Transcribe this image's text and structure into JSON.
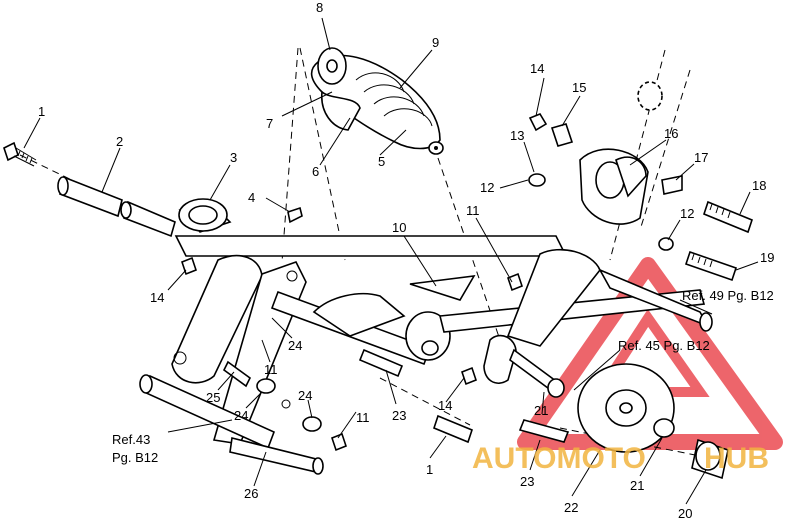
{
  "callouts": {
    "c1a": "1",
    "c1b": "1",
    "c2": "2",
    "c3": "3",
    "c4": "4",
    "c5": "5",
    "c6": "6",
    "c7": "7",
    "c8": "8",
    "c9": "9",
    "c10": "10",
    "c11a": "11",
    "c11b": "11",
    "c11c": "11",
    "c12a": "12",
    "c12b": "12",
    "c13": "13",
    "c14a": "14",
    "c14b": "14",
    "c14c": "14",
    "c15": "15",
    "c16": "16",
    "c17": "17",
    "c18": "18",
    "c19": "19",
    "c20": "20",
    "c21a": "21",
    "c21b": "21",
    "c22": "22",
    "c23a": "23",
    "c23b": "23",
    "c24a": "24",
    "c24b": "24",
    "c24c": "24",
    "c25": "25",
    "c26": "26"
  },
  "references": {
    "ref49": "Ref. 49 Pg. B12",
    "ref45": "Ref. 45 Pg. B12",
    "ref43_line1": "Ref.43",
    "ref43_line2": "Pg. B12"
  },
  "watermark": {
    "text_auto": "AUTOMOTO",
    "text_hub": "HUB",
    "color_primary": "#e8323a",
    "color_secondary": "#f2b440"
  }
}
